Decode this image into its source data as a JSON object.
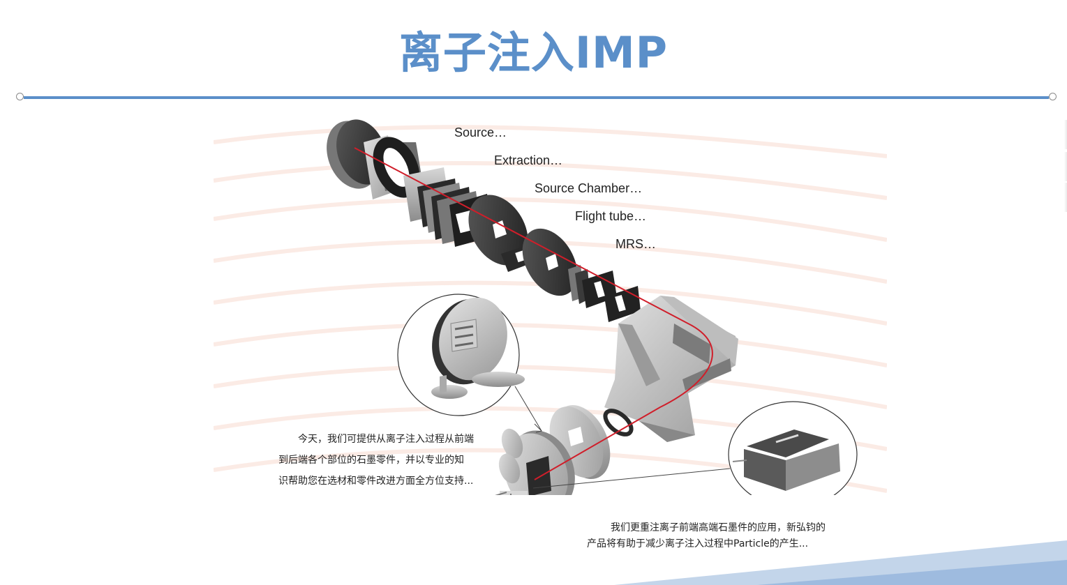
{
  "slide": {
    "title": "离子注入IMP",
    "accent_color": "#5b8fc9",
    "beam_color": "#d01e2a"
  },
  "diagram": {
    "stage_labels": [
      "Source…",
      "Extraction…",
      "Source Chamber…",
      "Flight tube…",
      "MRS…"
    ],
    "parts": [
      "source-disc",
      "extraction-frame",
      "source-chamber-plates",
      "flight-tube-disc",
      "mrs-plates",
      "analyzer-magnet-housing",
      "front-end-assembly",
      "callout-electrode-plate",
      "callout-arc-chamber"
    ]
  },
  "captions": {
    "left": {
      "line1": "今天，我们可提供从离子注入过程从前端",
      "line2": "到后端各个部位的石墨零件，并以专业的知",
      "line3": "识帮助您在选材和零件改进方面全方位支持..."
    },
    "right": {
      "line1": "我们更重注离子前端高端石墨件的应用，新弘钧的",
      "line2": "产品将有助于减少离子注入过程中Particle的产生..."
    }
  }
}
